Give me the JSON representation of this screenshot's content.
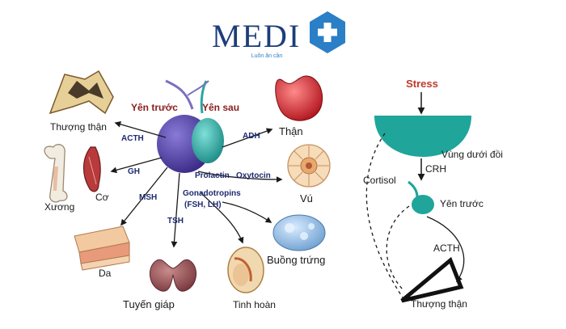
{
  "brand": {
    "name": "MEDI",
    "tagline": "Luôn ân cần",
    "color_text": "#1d3d7a",
    "color_cross": "#2a7fc7"
  },
  "pituitary": {
    "anterior_label": "Yên trước",
    "posterior_label": "Yên sau",
    "anterior_color": "#4a3a9a",
    "posterior_color": "#2aa7a0",
    "label_color": "#8b1e1e"
  },
  "hormones": {
    "acth": "ACTH",
    "gh": "GH",
    "msh": "MSH",
    "tsh": "TSH",
    "gonadotropins": "Gonadotropins",
    "gonadotropins_sub": "(FSH, LH)",
    "prolactin": "Prolactin",
    "oxytocin": "Oxytocin",
    "adh": "ADH"
  },
  "targets": {
    "adrenal": "Thượng thận",
    "bone": "Xương",
    "muscle": "Cơ",
    "skin": "Da",
    "thyroid": "Tuyến giáp",
    "testis": "Tinh hoàn",
    "ovary": "Buồng trứng",
    "breast": "Vú",
    "kidney": "Thận"
  },
  "axis": {
    "stress": "Stress",
    "hypothalamus": "Vùng dưới đồi",
    "crh": "CRH",
    "cortisol": "Cortisol",
    "anterior_pituitary": "Yên trước",
    "acth": "ACTH",
    "adrenal": "Thượng thận",
    "stress_color": "#c0392b",
    "gland_color": "#1fa59a"
  }
}
